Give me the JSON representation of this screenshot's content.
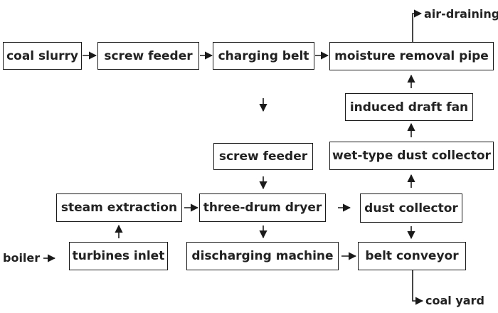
{
  "boxes": {
    "coal_slurry": "coal slurry",
    "screw_feeder_top": "screw feeder",
    "charging_belt": "charging belt",
    "moisture_removal_pipe": "moisture removal pipe",
    "induced_draft_fan": "induced draft fan",
    "wet_type_dust_collector": "wet-type dust collector",
    "screw_feeder_mid": "screw feeder",
    "steam_extraction": "steam extraction",
    "three_drum_dryer": "three-drum dryer",
    "dust_collector": "dust collector",
    "turbines_inlet": "turbines inlet",
    "discharging_machine": "discharging machine",
    "belt_conveyor": "belt conveyor"
  },
  "labels": {
    "air_draining": "air-draining",
    "boiler": "boiler",
    "coal_yard": "coal yard"
  },
  "colors": {
    "line": "#1a1a1a",
    "text": "#222222"
  }
}
